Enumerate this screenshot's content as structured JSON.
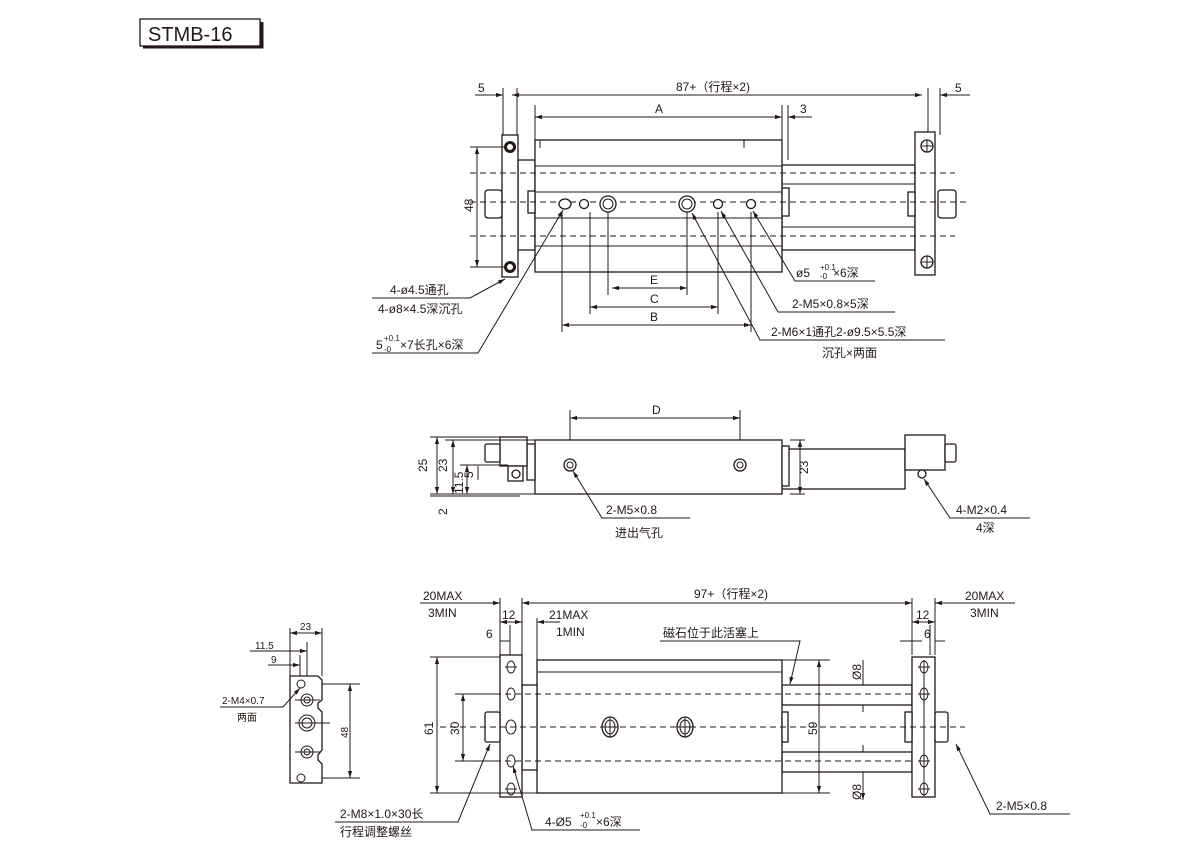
{
  "title": "STMB-16",
  "top_view": {
    "overall": "87+（行程×2)",
    "end_left": "5",
    "end_right": "5",
    "dim_a": "A",
    "dim_3": "3",
    "dim_48": "48",
    "dim_e": "E",
    "dim_c": "C",
    "dim_b": "B",
    "note_hole1": "4-ø4.5通孔",
    "note_hole2": "4-ø8×4.5深沉孔",
    "note_slot_base": "5",
    "note_slot_tol_up": "+0.1",
    "note_slot_tol_dn": "-0",
    "note_slot_rest": "×7长孔×6深",
    "note_pin_base": "ø5",
    "note_pin_tol_up": "+0.1",
    "note_pin_tol_dn": "-0",
    "note_pin_rest": "×6深",
    "note_m5": "2-M5×0.8×5深",
    "note_m6": "2-M6×1通孔2-ø9.5×5.5深",
    "note_m6_2": "沉孔×两面"
  },
  "side_view": {
    "dim_d": "D",
    "dim_25": "25",
    "dim_23": "23",
    "dim_115": "11.5",
    "dim_5": "5",
    "dim_2": "2",
    "dim_23r": "23",
    "note_port": "2-M5×0.8",
    "note_port2": "进出气孔",
    "note_m2": "4-M2×0.4",
    "note_m2_2": "4深"
  },
  "bottom_view": {
    "overall": "97+（行程×2)",
    "l_max": "20MAX",
    "l_min": "3MIN",
    "r_max": "20MAX",
    "r_min": "3MIN",
    "l12": "12",
    "l6": "6",
    "r12": "12",
    "r6": "6",
    "adj_max": "21MAX",
    "adj_min": "1MIN",
    "magnet": "磁石位于此活塞上",
    "dim_61": "61",
    "dim_30": "30",
    "dim_59": "59",
    "dia8_top": "Ø8",
    "dia8_bot": "Ø8",
    "note_screw": "2-M8×1.0×30长",
    "note_screw2": "行程调整螺丝",
    "note_pin_base": "4-Ø5",
    "note_pin_tol_up": "+0.1",
    "note_pin_tol_dn": "-0",
    "note_pin_rest": "×6深",
    "note_m5": "2-M5×0.8"
  },
  "end_view": {
    "dim_23": "23",
    "dim_115": "11.5",
    "dim_9": "9",
    "dim_48": "48",
    "note_m4": "2-M4×0.7",
    "note_m4_2": "两面"
  }
}
